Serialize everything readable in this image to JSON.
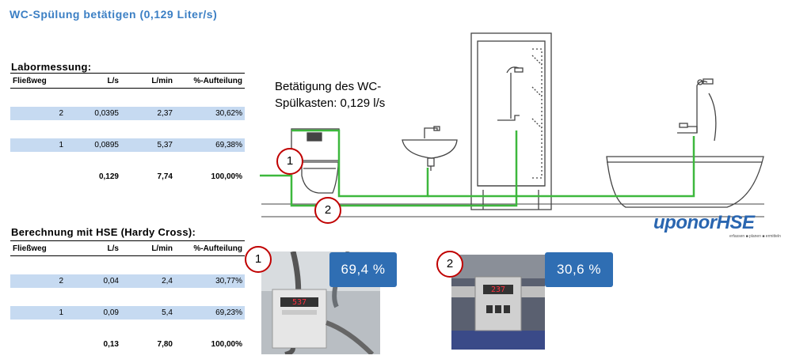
{
  "title": "WC-Spülung betätigen (0,129 Liter/s)",
  "labor": {
    "heading": "Labormessung:",
    "columns": [
      "Fließweg",
      "L/s",
      "L/min",
      "%-Aufteilung"
    ],
    "rows": [
      [
        "2",
        "0,0395",
        "2,37",
        "30,62%"
      ],
      [
        "1",
        "0,0895",
        "5,37",
        "69,38%"
      ]
    ],
    "total": [
      "",
      "0,129",
      "7,74",
      "100,00%"
    ]
  },
  "hse": {
    "heading": "Berechnung mit HSE (Hardy Cross):",
    "columns": [
      "Fließweg",
      "L/s",
      "L/min",
      "%-Aufteilung"
    ],
    "rows": [
      [
        "2",
        "0,04",
        "2,4",
        "30,77%"
      ],
      [
        "1",
        "0,09",
        "5,4",
        "69,23%"
      ]
    ],
    "total": [
      "",
      "0,13",
      "7,80",
      "100,00%"
    ]
  },
  "diagram": {
    "note_line1": "Betätigung des WC-",
    "note_line2": "Spülkasten: 0,129 l/s",
    "marker1": "1",
    "marker2": "2",
    "pipe_color": "#3db83d",
    "marker_color": "#c00000"
  },
  "photos": {
    "marker1": "1",
    "marker2": "2",
    "badge1": "69,4 %",
    "badge2": "30,6 %",
    "display1": "537",
    "display2": "237",
    "badge_color": "#2f6eb3"
  },
  "logo": {
    "brand": "uponor",
    "product": "HSE",
    "tagline": "erfassen ■ planen ■ ermitteln"
  }
}
